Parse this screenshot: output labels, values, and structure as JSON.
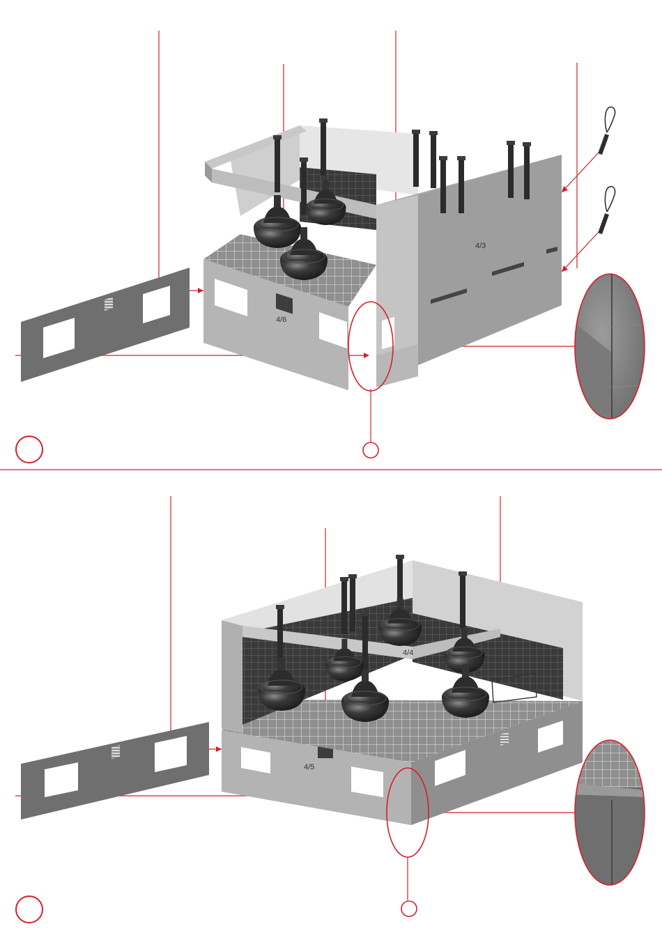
{
  "colors": {
    "accent": "#d61f2b",
    "panel_light": "#b9b9b9",
    "panel_mid": "#a9a9a9",
    "panel_dark": "#6f6f6f",
    "floor_tile": "#9a9a9a",
    "kettle": "#2a2a2a"
  },
  "step1": {
    "marker": "",
    "detail_marker": "",
    "labels": {
      "front_wall": "4/6",
      "side_wall": "4/3"
    }
  },
  "step2": {
    "marker": "",
    "detail_marker": "",
    "labels": {
      "front_wall": "4/5",
      "upper_frame": "4/4"
    }
  },
  "icons": [
    "glue-tube-icon",
    "magnifier-detail-icon",
    "step-marker-icon"
  ]
}
